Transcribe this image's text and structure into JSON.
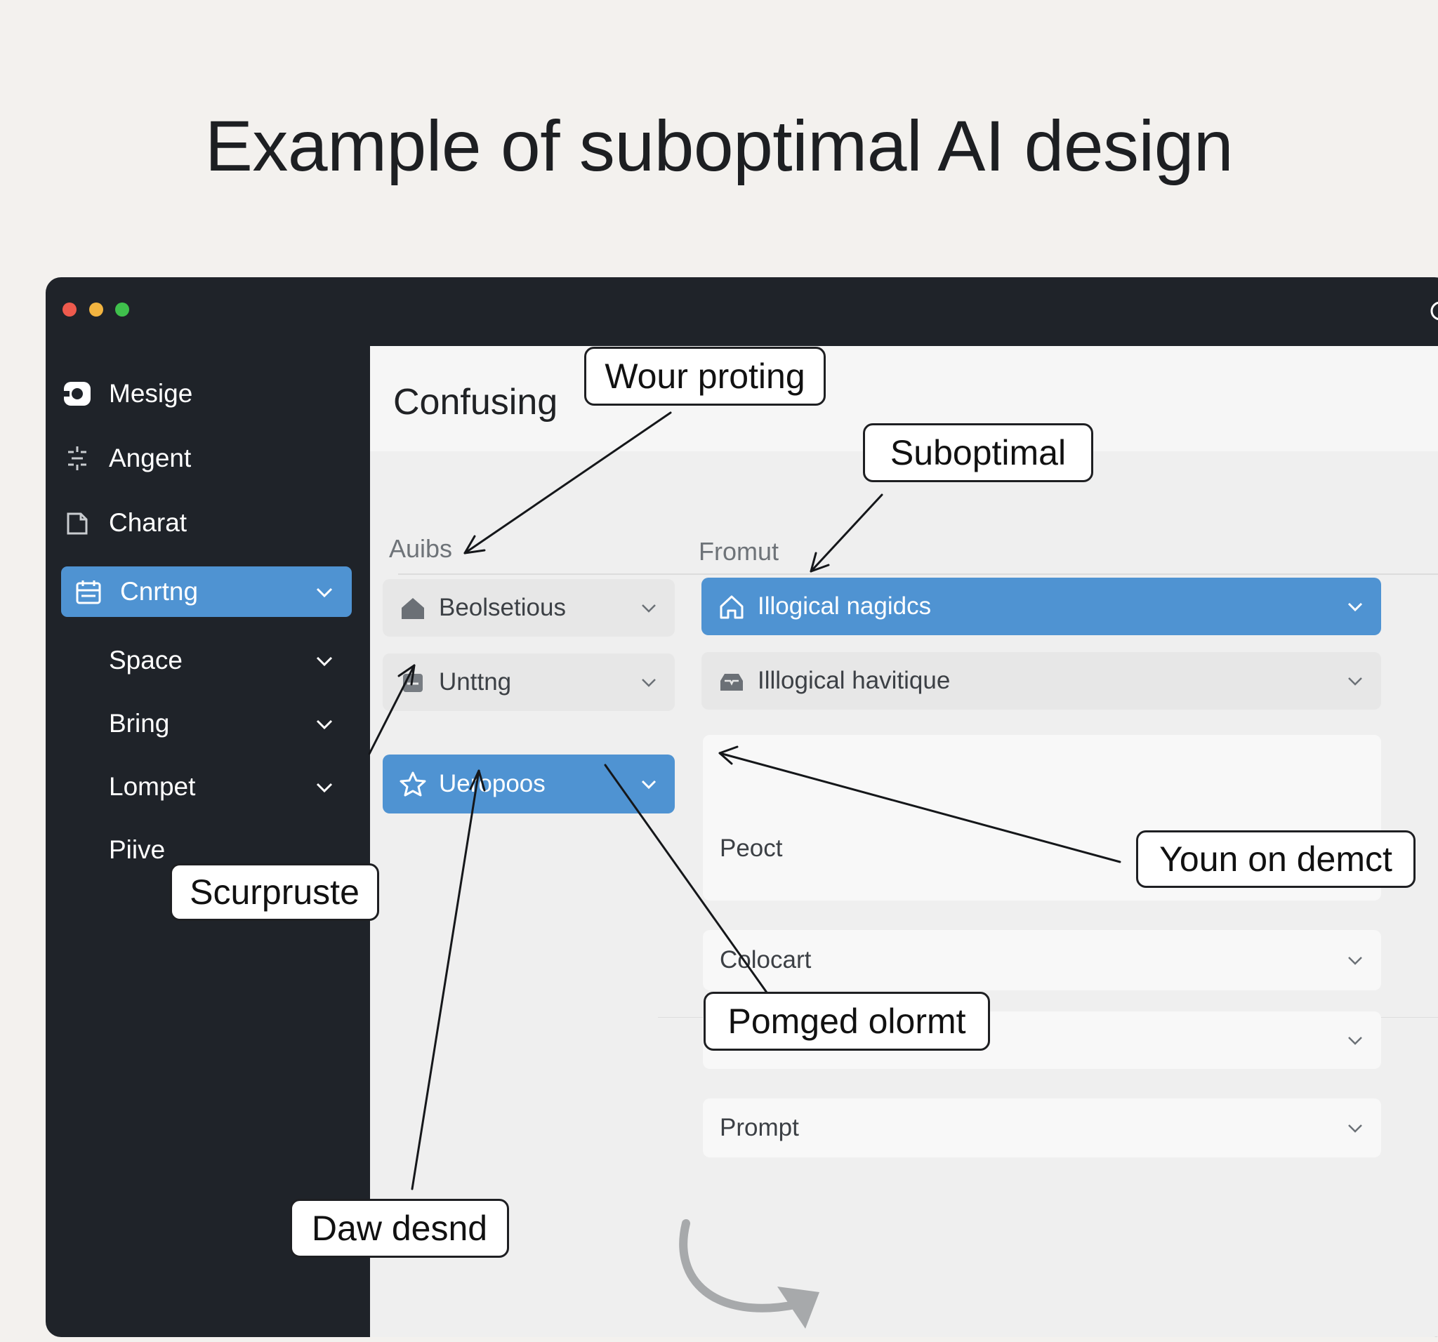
{
  "page": {
    "title": "Example of suboptimal AI design"
  },
  "sidebar": {
    "items": [
      {
        "label": "Mesige",
        "icon": "chat-bubble-icon"
      },
      {
        "label": "Angent",
        "icon": "sparkle-agent-icon"
      },
      {
        "label": "Charat",
        "icon": "document-icon"
      },
      {
        "label": "Cnrtng",
        "icon": "calendar-icon",
        "active": true
      },
      {
        "label": "Space"
      },
      {
        "label": "Bring"
      },
      {
        "label": "Lompet"
      },
      {
        "label": "Piive"
      }
    ]
  },
  "panel": {
    "title": "Confusing",
    "left_column": {
      "label": "Auibs",
      "fields": [
        {
          "label": "Beolsetious",
          "icon": "house-icon"
        },
        {
          "label": "Unttng",
          "icon": "tray-icon"
        },
        {
          "label": "Ueropoos",
          "icon": "star-icon",
          "selected": true
        }
      ]
    },
    "right_column": {
      "label": "Fromut",
      "fields": [
        {
          "label": "Illogical nagidcs",
          "icon": "house-outline-icon",
          "selected": true
        },
        {
          "label": "Illlogical havitique",
          "icon": "inbox-icon"
        }
      ],
      "textarea_label": "Peoct",
      "dropdowns": [
        {
          "label": "Colocart"
        },
        {
          "label": ""
        },
        {
          "label": "Prompt"
        }
      ]
    }
  },
  "callouts": {
    "wour_proting": "Wour proting",
    "suboptimal": "Suboptimal",
    "youn_on_demct": "Youn on demct",
    "scurpruste": "Scurpruste",
    "pomged_olormt": "Pomged olormt",
    "daw_desnd": "Daw desnd"
  },
  "colors": {
    "background": "#f3f1ee",
    "window": "#1f2329",
    "accent": "#4f93d2",
    "panel": "#efefef"
  }
}
